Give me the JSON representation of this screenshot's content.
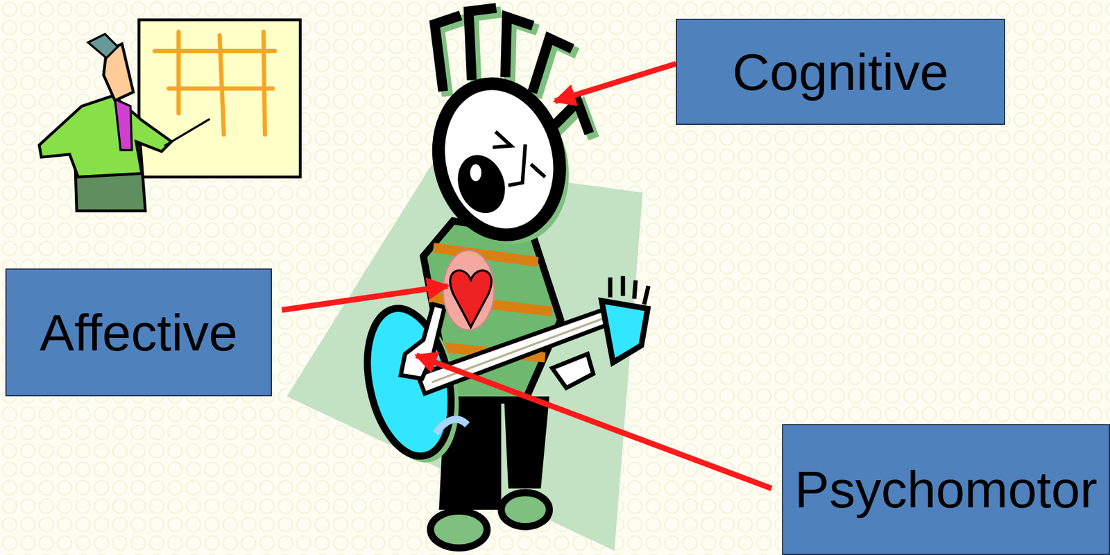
{
  "diagram": {
    "nodes": [
      {
        "text": [
          "Cognitive"
        ]
      },
      {
        "text": [
          "Affective"
        ]
      },
      {
        "text": [
          "Psychomotor"
        ]
      }
    ]
  }
}
